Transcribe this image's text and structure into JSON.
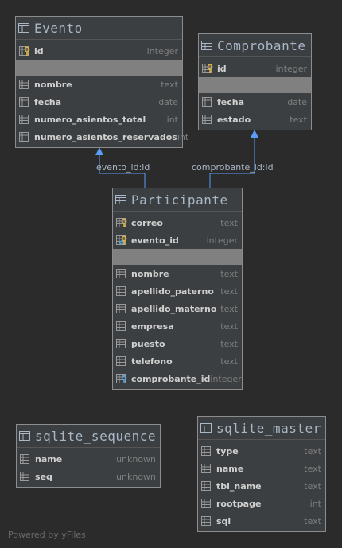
{
  "tables": {
    "evento": {
      "name": "Evento",
      "keys": [
        {
          "name": "id",
          "type": "integer",
          "icon": "primary-key-icon"
        }
      ],
      "columns": [
        {
          "name": "nombre",
          "type": "text"
        },
        {
          "name": "fecha",
          "type": "date"
        },
        {
          "name": "numero_asientos_total",
          "type": "int"
        },
        {
          "name": "numero_asientos_reservados",
          "type": "int"
        }
      ]
    },
    "comprobante": {
      "name": "Comprobante",
      "keys": [
        {
          "name": "id",
          "type": "integer",
          "icon": "primary-key-icon"
        }
      ],
      "columns": [
        {
          "name": "fecha",
          "type": "date"
        },
        {
          "name": "estado",
          "type": "text"
        }
      ]
    },
    "participante": {
      "name": "Participante",
      "keys": [
        {
          "name": "correo",
          "type": "text",
          "icon": "primary-key-icon"
        },
        {
          "name": "evento_id",
          "type": "integer",
          "icon": "primary-foreign-key-icon"
        }
      ],
      "columns": [
        {
          "name": "nombre",
          "type": "text"
        },
        {
          "name": "apellido_paterno",
          "type": "text"
        },
        {
          "name": "apellido_materno",
          "type": "text"
        },
        {
          "name": "empresa",
          "type": "text"
        },
        {
          "name": "puesto",
          "type": "text"
        },
        {
          "name": "telefono",
          "type": "text"
        },
        {
          "name": "comprobante_id",
          "type": "integer",
          "icon": "foreign-key-icon"
        }
      ]
    },
    "sqlite_sequence": {
      "name": "sqlite_sequence",
      "columns": [
        {
          "name": "name",
          "type": "unknown"
        },
        {
          "name": "seq",
          "type": "unknown"
        }
      ]
    },
    "sqlite_master": {
      "name": "sqlite_master",
      "columns": [
        {
          "name": "type",
          "type": "text"
        },
        {
          "name": "name",
          "type": "text"
        },
        {
          "name": "tbl_name",
          "type": "text"
        },
        {
          "name": "rootpage",
          "type": "int"
        },
        {
          "name": "sql",
          "type": "text"
        }
      ]
    }
  },
  "relations": [
    {
      "label": "evento_id:id",
      "from": "participante",
      "to": "evento"
    },
    {
      "label": "comprobante_id:id",
      "from": "participante",
      "to": "comprobante"
    }
  ],
  "footer": "Powered by yFiles",
  "colors": {
    "arrow": "#589df6",
    "key": "#e3b341",
    "fk": "#4ea6d9"
  }
}
